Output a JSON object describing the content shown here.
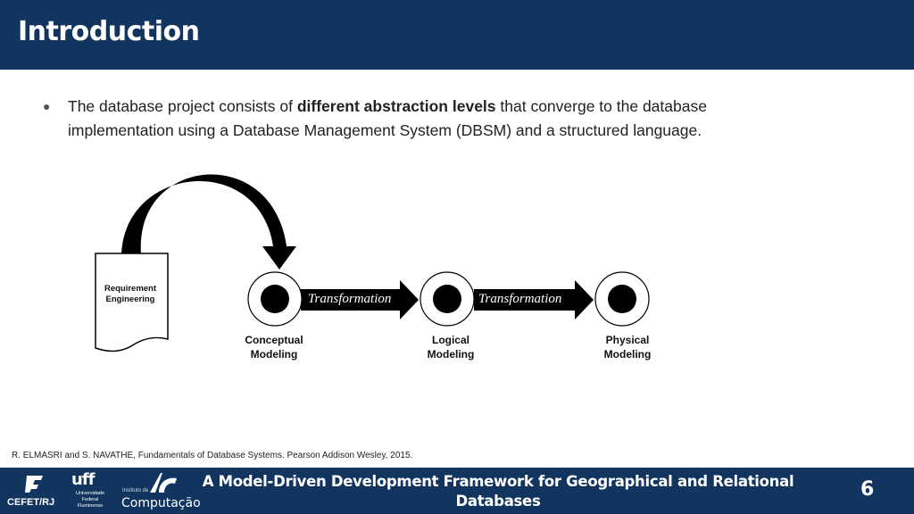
{
  "header": {
    "title": "Introduction"
  },
  "bullet": {
    "text_before": "The database project consists of ",
    "bold": "different abstraction levels",
    "text_after": " that converge to the database implementation using a Database Management System (DBSM) and a structured language."
  },
  "diagram": {
    "document_label": "Requirement Engineering",
    "arrow_1_label": "Transformation",
    "arrow_2_label": "Transformation",
    "nodes": [
      {
        "line1": "Conceptual",
        "line2": "Modeling"
      },
      {
        "line1": "Logical",
        "line2": "Modeling"
      },
      {
        "line1": "Physical",
        "line2": "Modeling"
      }
    ]
  },
  "citation": "R. ELMASRI and S. NAVATHE, Fundamentals of Database Systems. Pearson Addison Wesley, 2015.",
  "footer": {
    "title_line1": "A Model-Driven Development Framework for Geographical and Relational",
    "title_line2": "Databases",
    "page_number": "6",
    "logos": {
      "cefet": "CEFET/RJ",
      "uff": "uff",
      "uff_sub1": "Universidade",
      "uff_sub2": "Federal",
      "uff_sub3": "Fluminense",
      "ic_top": "Instituto de",
      "ic_main": "Computação"
    }
  },
  "colors": {
    "header_bg": "#12355f",
    "footer_bg": "#12355f",
    "text": "#222222"
  }
}
